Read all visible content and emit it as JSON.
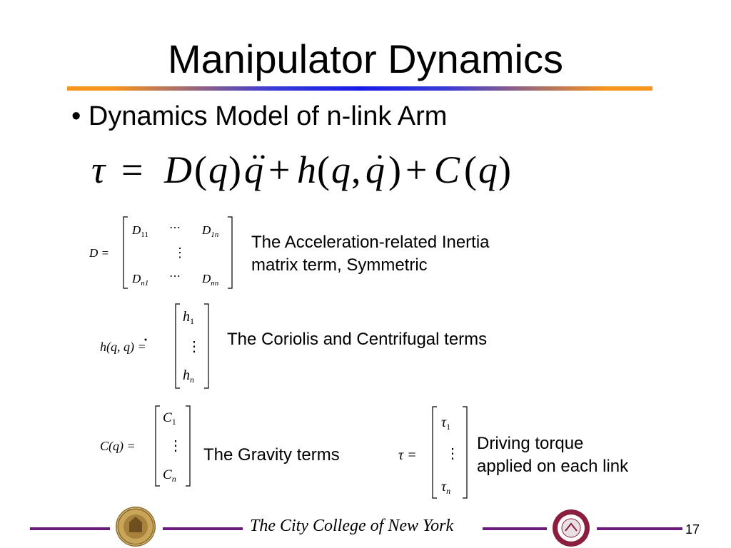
{
  "slide": {
    "title": "Manipulator Dynamics",
    "bullet_marker": "•",
    "bullet": "Dynamics Model of n-link Arm",
    "equation": {
      "tau": "τ",
      "eq": "=",
      "D": "D",
      "lp": "(",
      "q": "q",
      "rp": ")",
      "qdd": "q",
      "plus": "+",
      "h": "h",
      "comma": ",",
      "qd": "q",
      "C": "C"
    },
    "inertia": {
      "lhs": "D =",
      "m11": "D",
      "s11": "11",
      "m1n": "D",
      "s1n": "1n",
      "mn1": "D",
      "sn1": "n1",
      "mnn": "D",
      "snn": "nn",
      "hdots": "⋯",
      "vdots": "⋮",
      "description_line1": "The Acceleration-related Inertia",
      "description_line2": "matrix term, Symmetric"
    },
    "coriolis": {
      "lhs": "h(q, q) =",
      "top": "h",
      "top_sub": "1",
      "vdots": "⋮",
      "bottom": "h",
      "bottom_sub": "n",
      "description": "The Coriolis and Centrifugal terms"
    },
    "gravity": {
      "lhs": "C(q) =",
      "top": "C",
      "top_sub": "1",
      "vdots": "⋮",
      "bottom": "C",
      "bottom_sub": "n",
      "description": "The Gravity terms"
    },
    "torque": {
      "lhs": "τ =",
      "top": "τ",
      "top_sub": "1",
      "vdots": "⋮",
      "bottom": "τ",
      "bottom_sub": "n",
      "description_line1": "Driving torque",
      "description_line2": "applied on each link"
    }
  },
  "footer": {
    "college": "The City College of New York",
    "page_number": "17",
    "line_color": "#6a1b7a"
  }
}
